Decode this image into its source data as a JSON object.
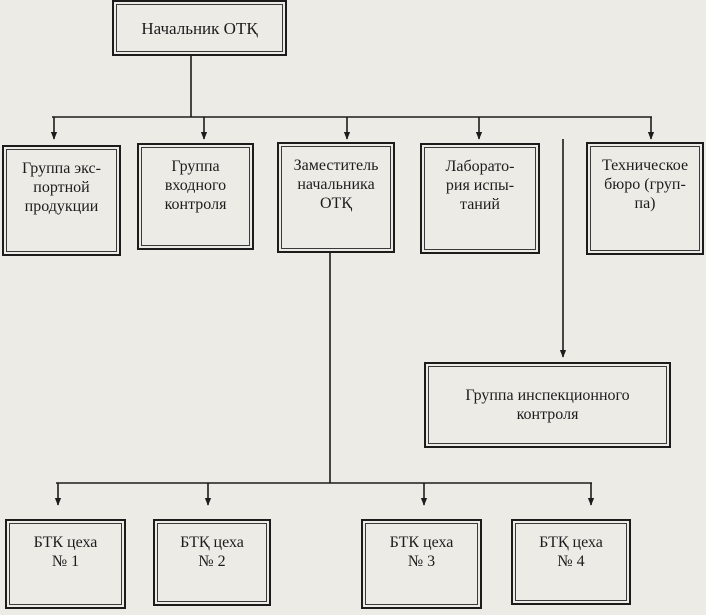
{
  "boxes": {
    "head": "Начальник ОТҚ",
    "export_group": "Группа экс-\nпортной\nпродукции",
    "incoming_group": "Группа\nвходного\nконтроля",
    "deputy": "Заместитель\nначальника\nОТҚ",
    "laboratory": "Лаборато-\nрия испы-\nтаний",
    "tech_bureau": "Техническое\nбюро (груп-\nпа)",
    "inspection_group": "Группа инспекционного\nконтроля",
    "shop_1": "БТК цеха\n№ 1",
    "shop_2": "БТҚ цеха\n№ 2",
    "shop_3": "БТК цеха\n№ 3",
    "shop_4": "БТҚ цеха\n№ 4"
  }
}
